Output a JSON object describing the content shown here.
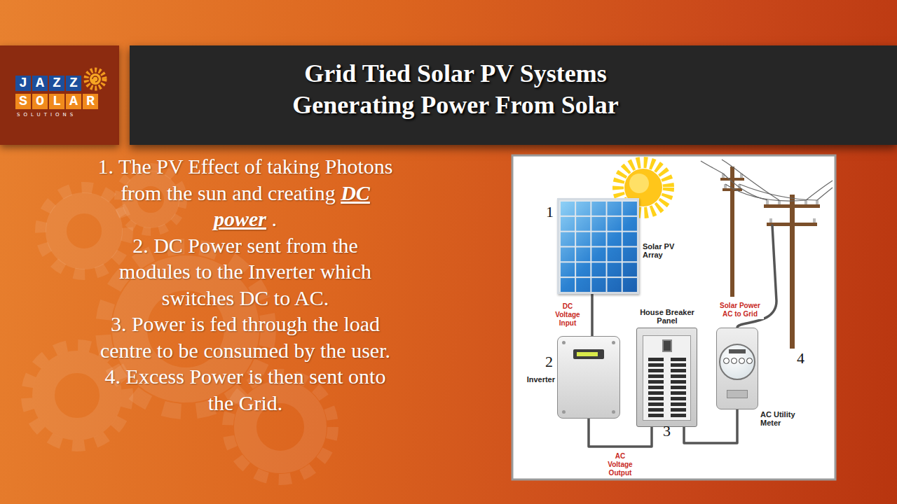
{
  "diagram": {
    "title": "Grid Tied Solar PV Systems Generating Power From Solar",
    "nodes": [
      {
        "text": [
          "Solar PV Array"
        ]
      },
      {
        "text": [
          "Inverter"
        ]
      },
      {
        "text": [
          "House Breaker Panel"
        ]
      },
      {
        "text": [
          "AC Utility Meter"
        ]
      }
    ],
    "edges": [
      {
        "from": 0,
        "to": 1,
        "label": "DC Voltage Input",
        "arrow": "none"
      },
      {
        "from": 1,
        "to": 2,
        "label": "AC Voltage Output",
        "arrow": "none"
      },
      {
        "from": 2,
        "to": 3,
        "arrow": "none"
      }
    ],
    "labels": [
      "JAZZ",
      "SOLAR",
      "SOLUTIONS",
      "1. The PV Effect of taking Photons from the sun and creating",
      "DC power",
      ".",
      "2. DC Power sent from the modules to the Inverter which switches DC to AC.",
      "3. Power is fed through the load centre to be consumed by the user.",
      "4. Excess Power is then sent onto the Grid.",
      "1",
      "2",
      "3",
      "4",
      "Solar Power AC to Grid"
    ]
  }
}
